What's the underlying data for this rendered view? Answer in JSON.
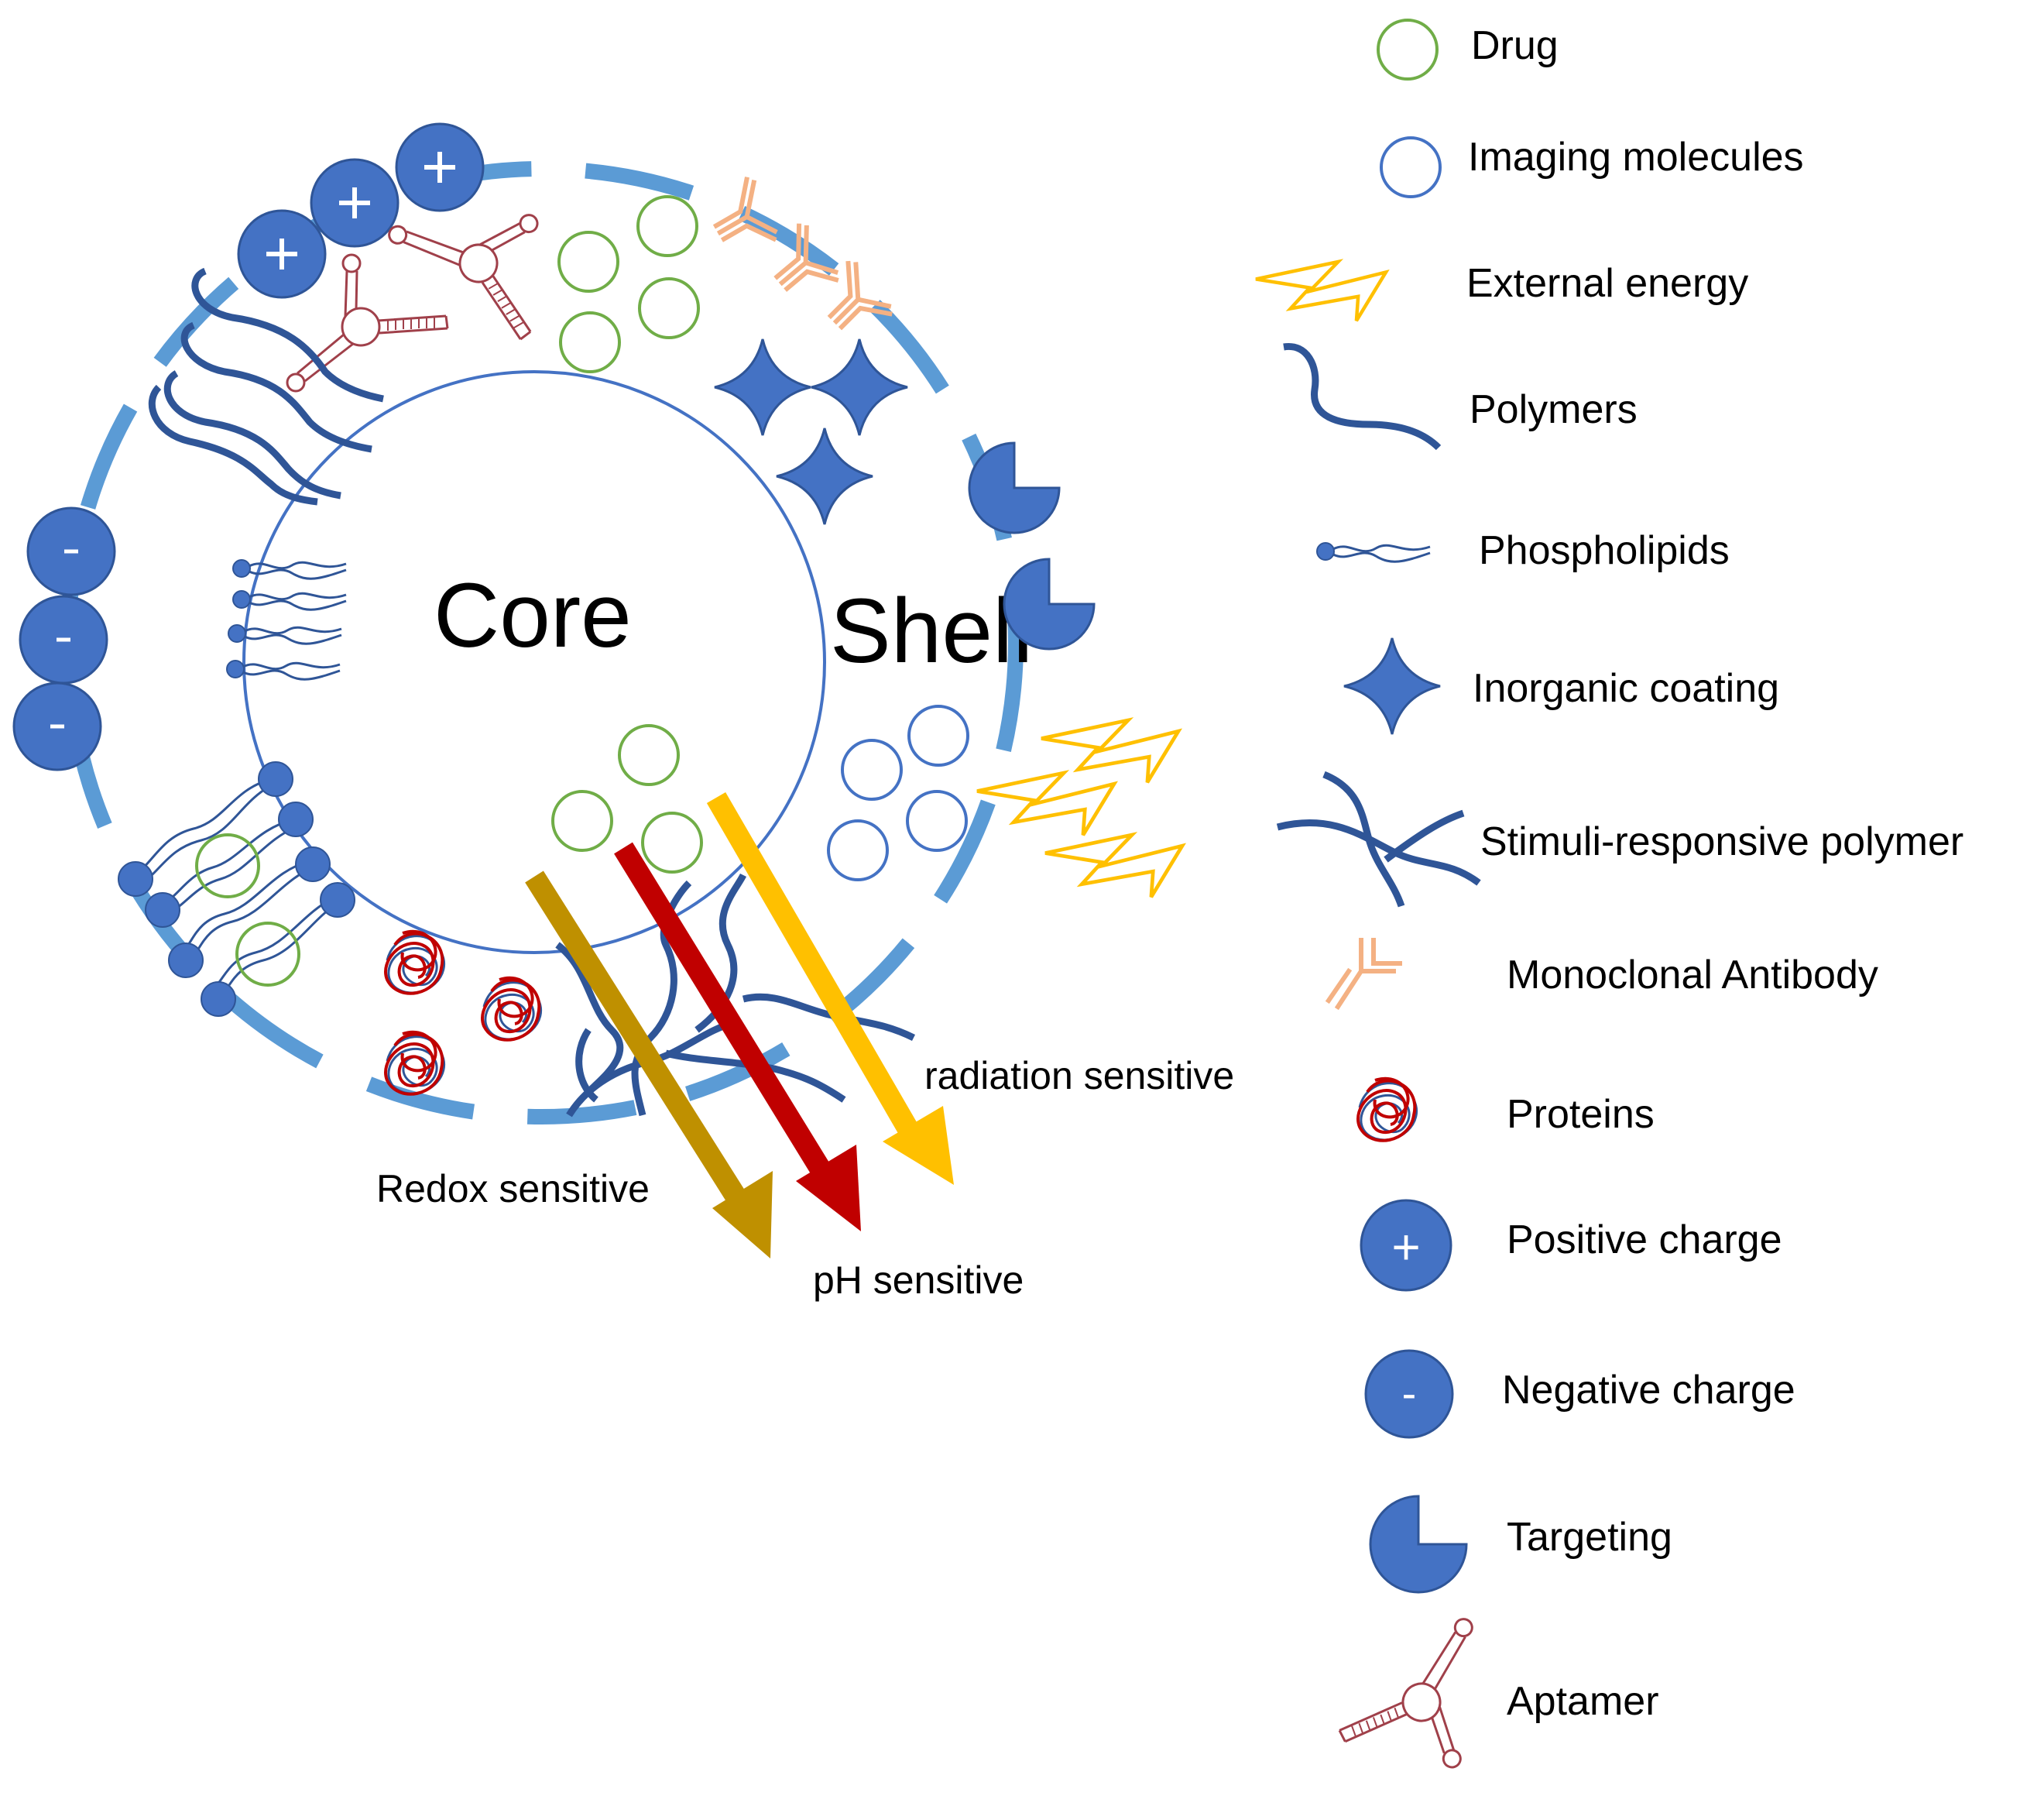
{
  "diagram": {
    "core_label": "Core",
    "shell_label": "Shell",
    "arrows": {
      "redox": "Redox sensitive",
      "ph": "pH sensitive",
      "radiation": "radiation sensitive"
    }
  },
  "legend": [
    {
      "icon": "drug-circle-icon",
      "label": "Drug"
    },
    {
      "icon": "imaging-circle-icon",
      "label": "Imaging molecules"
    },
    {
      "icon": "lightning-icon",
      "label": "External energy"
    },
    {
      "icon": "polymer-strand-icon",
      "label": "Polymers"
    },
    {
      "icon": "phospholipid-icon",
      "label": "Phospholipids"
    },
    {
      "icon": "four-point-star-icon",
      "label": "Inorganic coating"
    },
    {
      "icon": "branched-polymer-icon",
      "label": "Stimuli-responsive polymer"
    },
    {
      "icon": "antibody-icon",
      "label": "Monoclonal Antibody"
    },
    {
      "icon": "protein-icon",
      "label": "Proteins"
    },
    {
      "icon": "plus-circle-icon",
      "label": "Positive charge",
      "symbol": "+"
    },
    {
      "icon": "minus-circle-icon",
      "label": "Negative charge",
      "symbol": "-"
    },
    {
      "icon": "pie-icon",
      "label": "Targeting"
    },
    {
      "icon": "aptamer-icon",
      "label": "Aptamer"
    }
  ],
  "colors": {
    "shell_dash": "#5b9bd5",
    "core_line": "#4472c4",
    "dark_blue": "#2f5597",
    "fill_blue": "#4472c4",
    "drug_green": "#70ad47",
    "energy_yellow": "#ffc000",
    "antibody_orange": "#f4b183",
    "protein_red": "#c00000",
    "aptamer_red": "#a0404a",
    "redox_arrow": "#bf9000",
    "ph_arrow": "#c00000",
    "radiation_arrow": "#ffc000"
  }
}
